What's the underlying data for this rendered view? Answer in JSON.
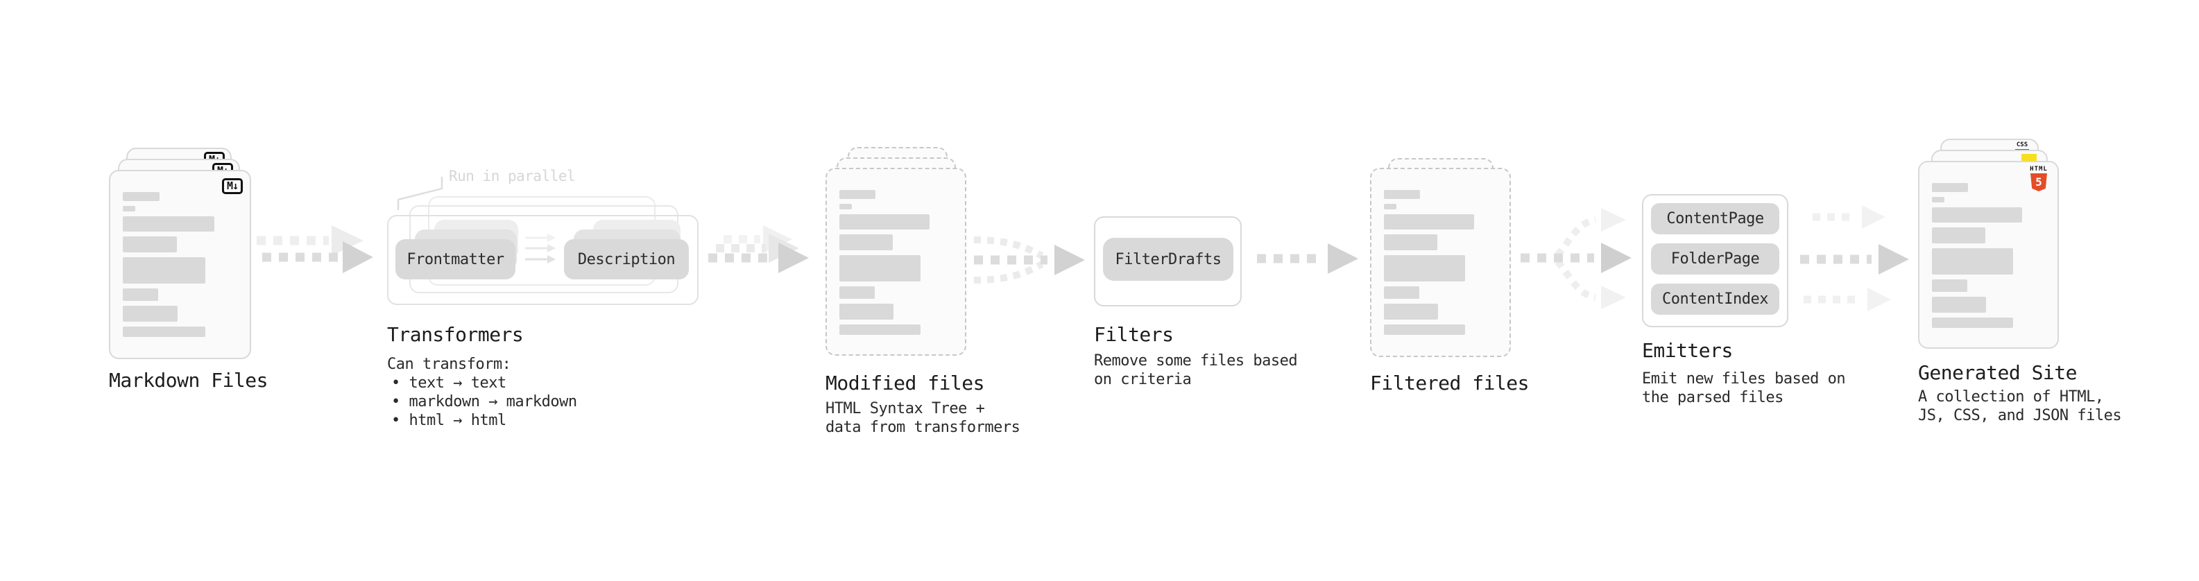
{
  "colors": {
    "accent_html5": "#e44d26",
    "accent_css": "#2965f1",
    "accent_js": "#f7df1e",
    "arrow": "#d2d2d2",
    "arrow_light": "#ededed",
    "card_border": "#d9d9d9",
    "bar": "#d9d9d9",
    "text": "#222222",
    "muted_note": "#d6d6d6"
  },
  "note": {
    "run_in_parallel": "Run in parallel"
  },
  "stages": {
    "markdown": {
      "label": "Markdown Files",
      "badge": "M↓"
    },
    "transformers": {
      "label": "Transformers",
      "buttons": {
        "frontmatter": "Frontmatter",
        "description": "Description"
      },
      "desc_heading": "Can transform:",
      "bullets": [
        "• text → text",
        "• markdown → markdown",
        "• html → html"
      ]
    },
    "modified": {
      "label": "Modified files",
      "desc": "HTML Syntax Tree +\ndata from transformers"
    },
    "filters": {
      "label": "Filters",
      "button": "FilterDrafts",
      "desc": "Remove some files based\non criteria"
    },
    "filtered": {
      "label": "Filtered files"
    },
    "emitters": {
      "label": "Emitters",
      "buttons": [
        "ContentPage",
        "FolderPage",
        "ContentIndex"
      ],
      "desc": "Emit new files based on\nthe parsed files"
    },
    "generated": {
      "label": "Generated Site",
      "desc": "A collection of HTML,\nJS, CSS, and JSON files",
      "badges": {
        "css": "CSS",
        "html": "HTML",
        "html5_number": "5"
      }
    }
  }
}
